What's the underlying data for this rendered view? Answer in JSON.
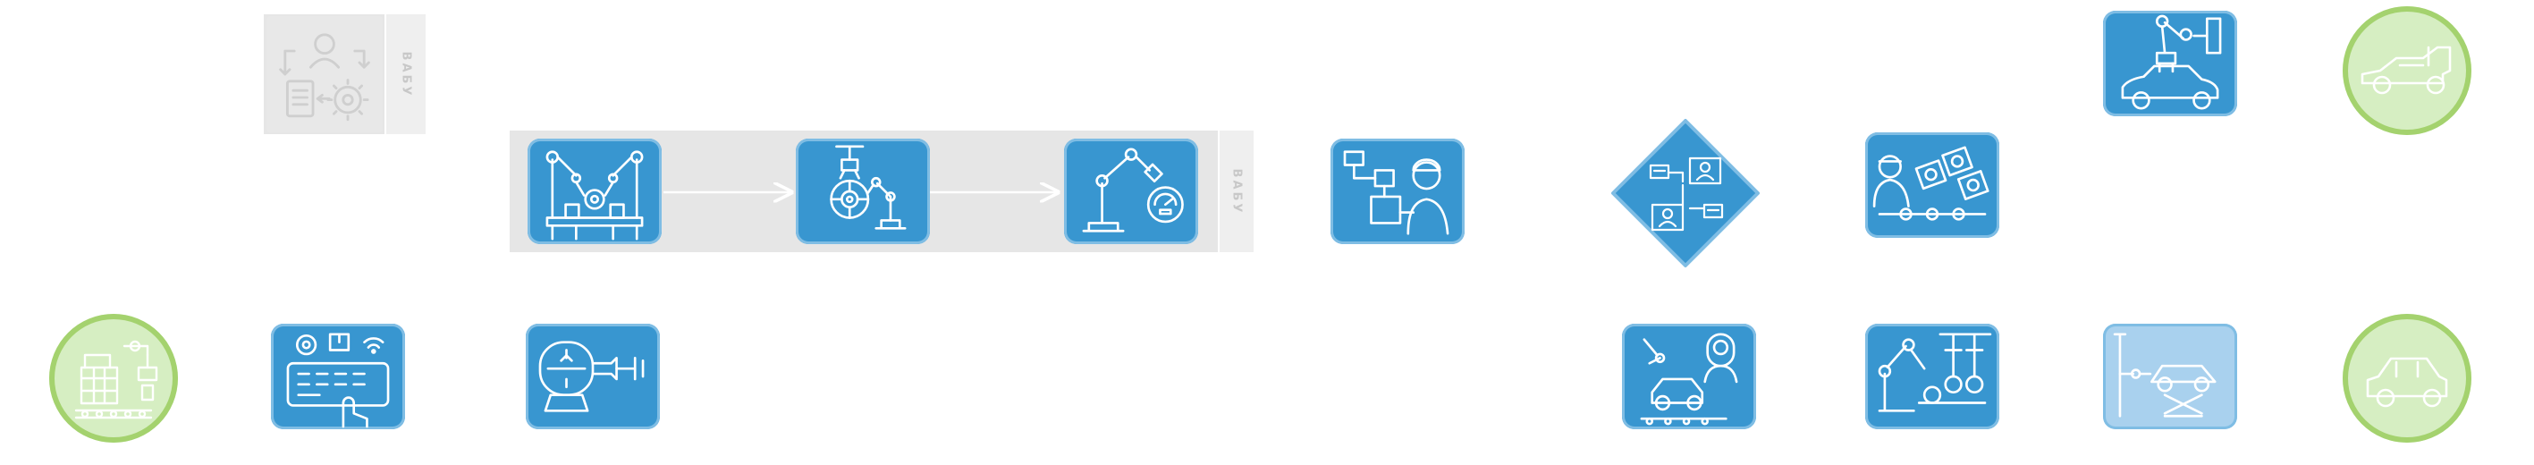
{
  "pools": [
    {
      "id": "pool-a",
      "label": "ВАБУ"
    },
    {
      "id": "pool-b",
      "label": "ВАБУ"
    }
  ],
  "nodes": [
    {
      "id": "task-manager-gear",
      "kind": "task",
      "state": "faded",
      "icon": "manager-gear-icon"
    },
    {
      "id": "task-robot-assembly",
      "kind": "task",
      "icon": "robot-assembly-line-icon"
    },
    {
      "id": "task-robot-wheel",
      "kind": "task",
      "icon": "robot-arm-wheel-icon"
    },
    {
      "id": "task-robot-gauge",
      "kind": "task",
      "icon": "robot-arm-gauge-icon"
    },
    {
      "id": "task-engineer-flowchart",
      "kind": "task",
      "icon": "engineer-flowchart-icon"
    },
    {
      "id": "gateway-remote-operators",
      "kind": "gateway",
      "icon": "remote-operators-icon"
    },
    {
      "id": "task-worker-engines",
      "kind": "task",
      "icon": "worker-engines-icon"
    },
    {
      "id": "task-robot-car",
      "kind": "task",
      "icon": "robot-arm-car-icon"
    },
    {
      "id": "event-end-race-car",
      "kind": "end-event",
      "icon": "race-car-icon"
    },
    {
      "id": "event-start-factory",
      "kind": "start-event",
      "icon": "factory-boxes-icon"
    },
    {
      "id": "task-control-panel",
      "kind": "task",
      "icon": "control-panel-icon"
    },
    {
      "id": "task-motor-drill",
      "kind": "task",
      "icon": "motor-drill-icon"
    },
    {
      "id": "task-car-repair",
      "kind": "task",
      "icon": "car-repair-robots-icon"
    },
    {
      "id": "task-robot-conveyor",
      "kind": "task",
      "icon": "robot-conveyor-pulleys-icon"
    },
    {
      "id": "task-car-lift",
      "kind": "task",
      "state": "pale",
      "icon": "car-lift-icon"
    },
    {
      "id": "event-end-car",
      "kind": "end-event",
      "icon": "car-icon"
    }
  ],
  "colors": {
    "task_fill": "#3896d0",
    "task_border": "#7fbde4",
    "task_pale_fill": "#a9d1ee",
    "event_fill": "#d6eec2",
    "event_border": "#a4d26e",
    "lane_fill": "#e6e6e6",
    "icon_stroke": "#ffffff",
    "faded_stroke": "#cfcfcf"
  }
}
